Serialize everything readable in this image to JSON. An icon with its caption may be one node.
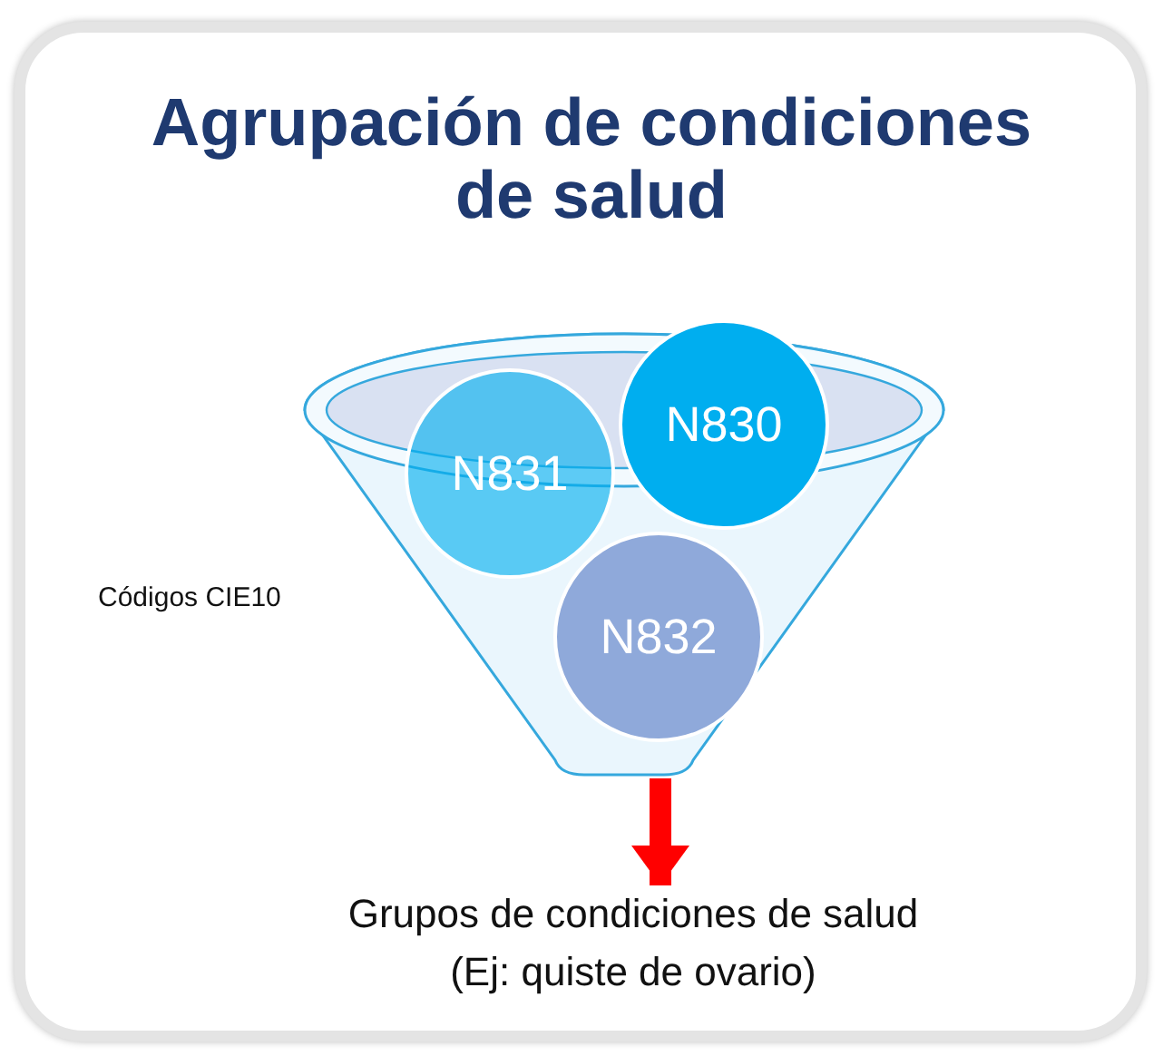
{
  "diagram": {
    "nodes": [
      {
        "text": [
          "Agrupación de condiciones de salud"
        ]
      },
      {
        "text": [],
        "shape": "funnel",
        "in": 0,
        "beside": [
          "Códigos CIE10"
        ]
      },
      {
        "text": [
          "N831"
        ],
        "in": 1
      },
      {
        "text": [
          "N830"
        ],
        "in": 1
      },
      {
        "text": [
          "N832"
        ],
        "in": 1
      },
      {
        "text": [
          "Grupos de condiciones de salud (Ej: quiste de ovario)"
        ],
        "in": 0
      }
    ],
    "edges": [
      {
        "from": 1,
        "to": 5,
        "arrow": "to",
        "color": "#ff0000"
      }
    ]
  }
}
